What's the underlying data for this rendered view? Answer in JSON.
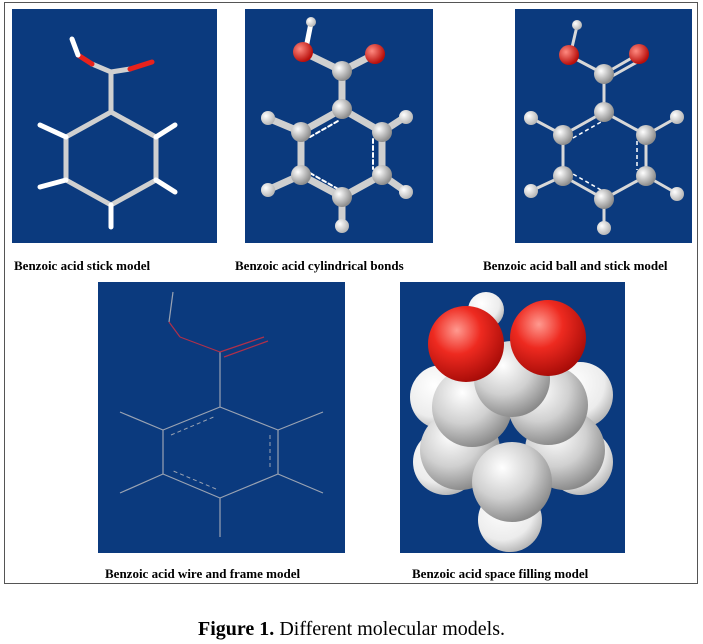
{
  "panels": {
    "stick": {
      "caption": "Benzoic acid stick model"
    },
    "cylindrical": {
      "caption": "Benzoic acid cylindrical bonds"
    },
    "ball_stick": {
      "caption": "Benzoic acid ball and stick model"
    },
    "wire": {
      "caption": "Benzoic acid wire and frame model"
    },
    "space": {
      "caption": "Benzoic acid space filling model"
    }
  },
  "figure_caption": {
    "label": "Figure 1.",
    "text": " Different molecular models."
  },
  "colors": {
    "panel_bg": "#0b3a7e",
    "carbon": "#c8c8c8",
    "oxygen": "#e8221c",
    "hydrogen": "#f2f2f2"
  }
}
